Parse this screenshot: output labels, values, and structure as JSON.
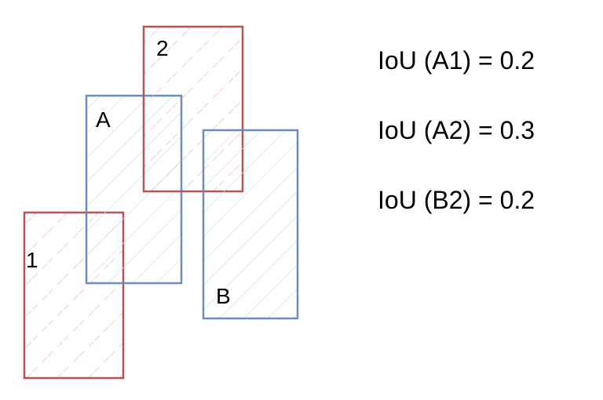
{
  "colors": {
    "red_stroke": "#b85450",
    "red_hatch": "#f4b8b8",
    "blue_stroke": "#6c8ebf",
    "blue_hatch": "#cfe0f5"
  },
  "boxes": {
    "box_1": {
      "label": "1",
      "color_group": "red"
    },
    "box_2": {
      "label": "2",
      "color_group": "red"
    },
    "box_A": {
      "label": "A",
      "color_group": "blue"
    },
    "box_B": {
      "label": "B",
      "color_group": "blue"
    }
  },
  "iou_results": [
    {
      "text": "IoU (A1) = 0.2"
    },
    {
      "text": "IoU (A2) = 0.3"
    },
    {
      "text": "IoU (B2) = 0.2"
    }
  ]
}
